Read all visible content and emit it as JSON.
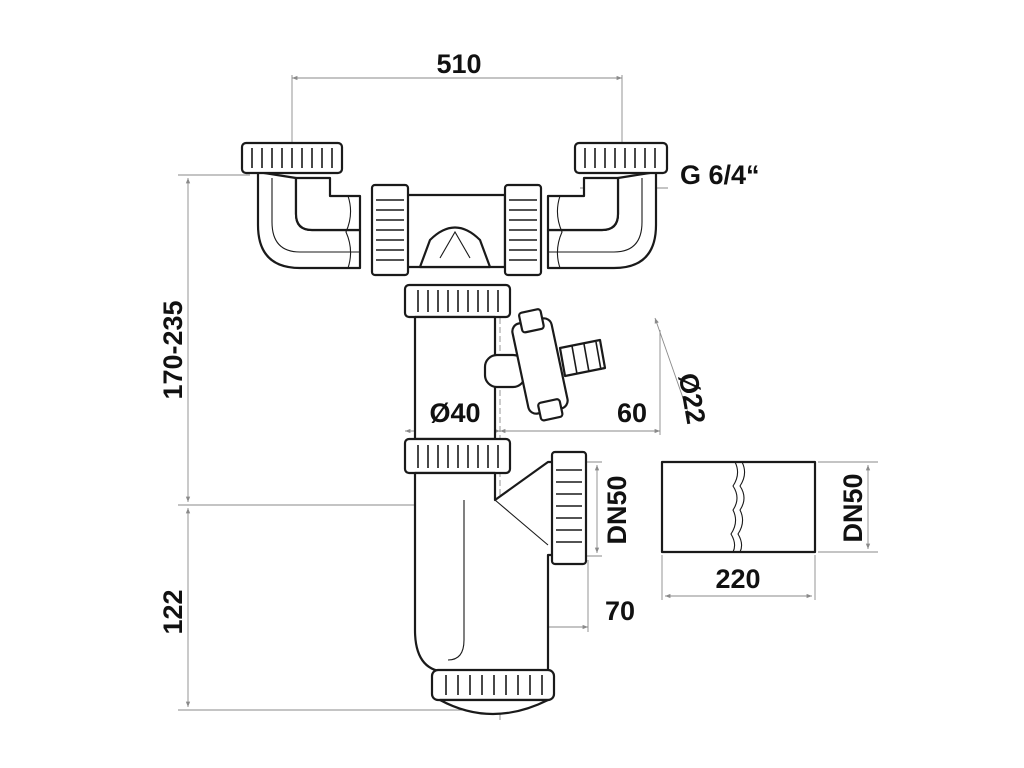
{
  "diagram": {
    "labels": {
      "width_top": "510",
      "thread": "G 6/4“",
      "height_upper": "170-235",
      "pipe_dia": "Ø40",
      "hose_dia": "Ø22",
      "hose_len": "60",
      "outlet_dn": "DN50",
      "height_lower": "122",
      "outlet_offset": "70",
      "extension_len": "220",
      "extension_dn": "DN50"
    },
    "colors": {
      "line": "#1a1a1a",
      "dimension": "#8a8a8a",
      "background": "#ffffff"
    }
  }
}
